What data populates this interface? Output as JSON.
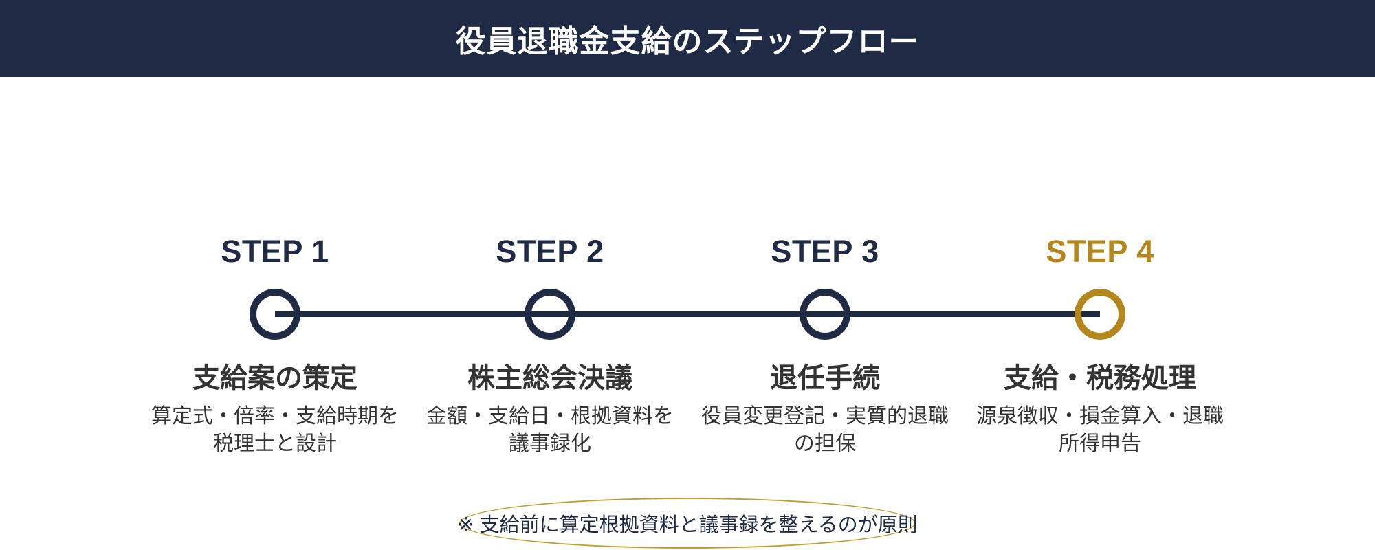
{
  "header": {
    "title": "役員退職金支給のステップフロー"
  },
  "colors": {
    "navy": "#1f2a44",
    "gold": "#b5861c",
    "ellipse_gold": "#c59d2f",
    "body_text": "#333333"
  },
  "steps": [
    {
      "label": "STEP 1",
      "title": "支給案の策定",
      "desc_lines": [
        "算定式・倍率・支給時期を",
        "税理士と設計"
      ],
      "accent": "navy"
    },
    {
      "label": "STEP 2",
      "title": "株主総会決議",
      "desc_lines": [
        "金額・支給日・根拠資料を",
        "議事録化"
      ],
      "accent": "navy"
    },
    {
      "label": "STEP 3",
      "title": "退任手続",
      "desc_lines": [
        "役員変更登記・実質的退職",
        "の担保"
      ],
      "accent": "navy"
    },
    {
      "label": "STEP 4",
      "title": "支給・税務処理",
      "desc_lines": [
        "源泉徴収・損金算入・退職",
        "所得申告"
      ],
      "accent": "gold"
    }
  ],
  "note": {
    "text": "※ 支給前に算定根拠資料と議事録を整えるのが原則"
  }
}
